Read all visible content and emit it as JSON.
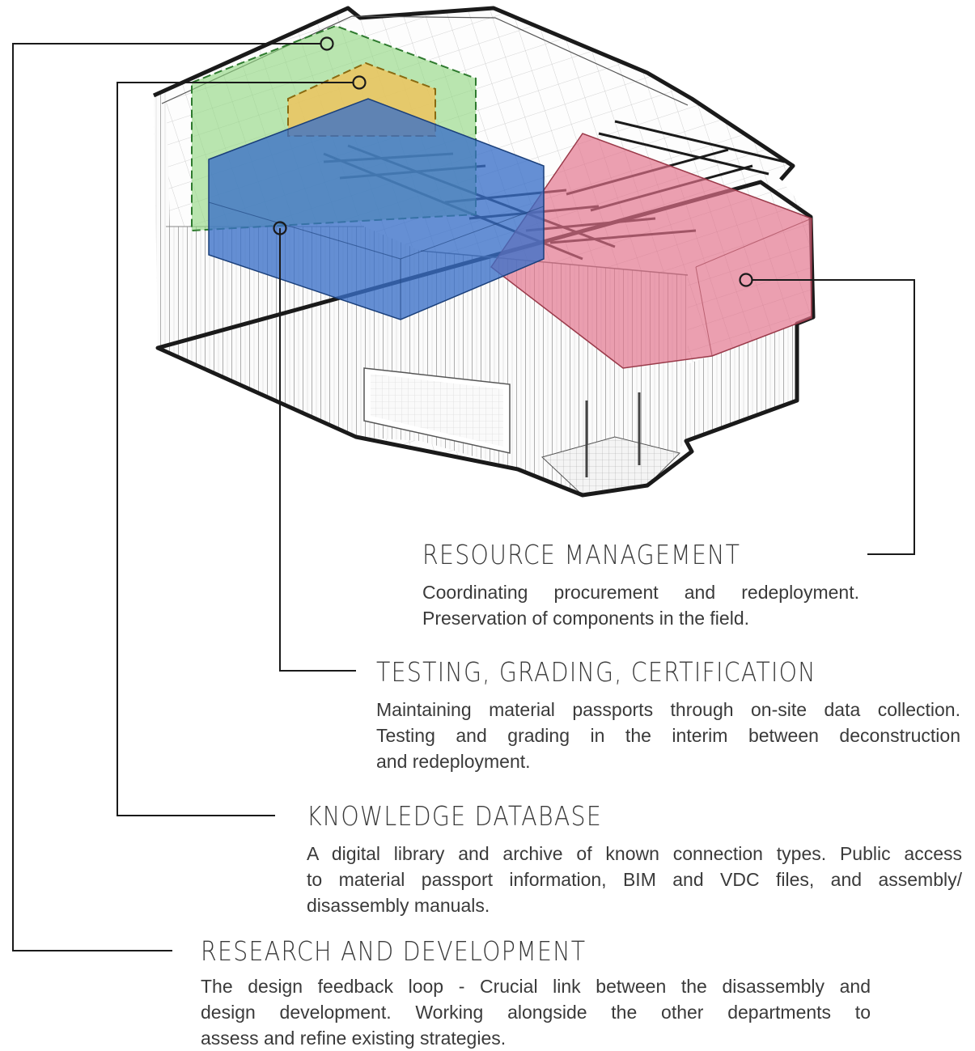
{
  "colors": {
    "research_and_development": "#8fd67f",
    "knowledge_database": "#f0c25a",
    "testing_grading_certification": "#3a6fc8",
    "resource_management": "#e2728a",
    "leader_line": "#1a1a1a",
    "text": "#3a3a3a"
  },
  "departments": {
    "resource_management": {
      "title": "RESOURCE MANAGEMENT",
      "lines": [
        "Coordinating procurement and redeployment.",
        "Preservation of components in the field."
      ]
    },
    "testing_grading_certification": {
      "title": "TESTING, GRADING, CERTIFICATION",
      "lines": [
        "Maintaining material passports through on-site data collection.",
        "Testing and grading in the interim between deconstruction",
        "and redeployment."
      ]
    },
    "knowledge_database": {
      "title": "KNOWLEDGE DATABASE",
      "lines": [
        "A digital library and archive of known connection types. Public access",
        "to material passport information, BIM and VDC files, and assembly/",
        "disassembly manuals."
      ]
    },
    "research_and_development": {
      "title": "RESEARCH AND DEVELOPMENT",
      "lines": [
        "The design feedback loop - Crucial link between the disassembly and",
        "design development. Working alongside the other departments to",
        "assess and refine existing strategies."
      ]
    }
  }
}
